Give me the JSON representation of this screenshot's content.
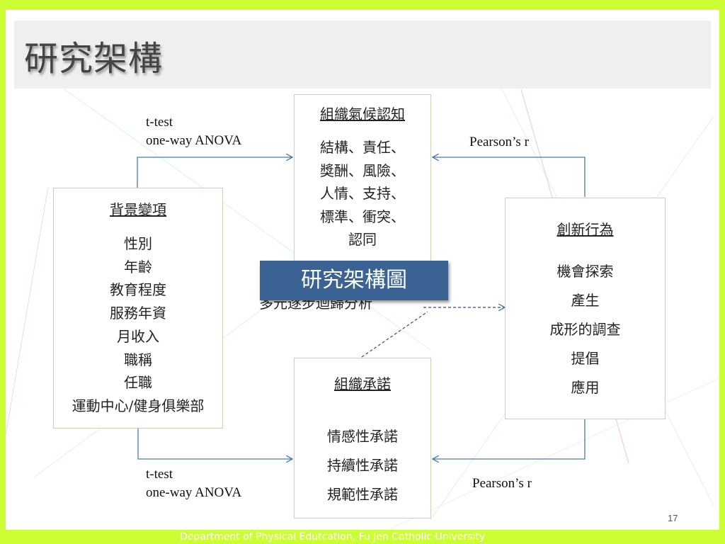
{
  "title": "研究架構",
  "banner": "研究架構圖",
  "partial_text": "多元逐步迴歸分析",
  "boxes": {
    "climate": {
      "title": "組織氣候認知",
      "items": [
        "結構、責任、",
        "獎酬、風險、",
        "人情、支持、",
        "標準、衝突、",
        "認同"
      ]
    },
    "background": {
      "title": "背景變項",
      "items": [
        "性別",
        "年齡",
        "教育程度",
        "服務年資",
        "月收入",
        "職稱",
        "任職",
        "運動中心/健身俱樂部"
      ]
    },
    "innovation": {
      "title": "創新行為",
      "items": [
        "機會探索",
        "產生",
        "成形的調查",
        "提倡",
        "應用"
      ]
    },
    "commitment": {
      "title": "組織承諾",
      "items": [
        "情感性承諾",
        "持續性承諾",
        "規範性承諾"
      ]
    }
  },
  "labels": {
    "top_left": [
      "t-test",
      "one-way ANOVA"
    ],
    "bottom_left": [
      "t-test",
      "one-way ANOVA"
    ],
    "top_right": "Pearson’s r",
    "bottom_right": "Pearson’s r"
  },
  "page_number": "17",
  "footer": "Department of Physical Edutcation, Fu Jen Catholic University",
  "colors": {
    "frame": "#ccff33",
    "banner": "#3a6394",
    "arrow": "#4a7ab0"
  }
}
